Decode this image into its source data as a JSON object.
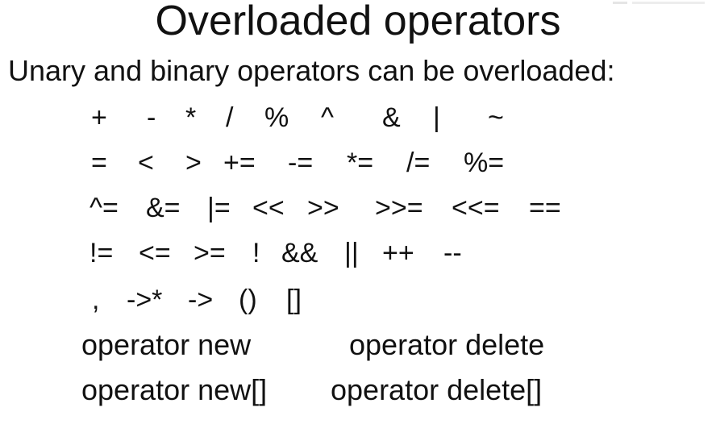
{
  "slide": {
    "title": "Overloaded operators",
    "subtitle": "Unary and binary operators can be overloaded:",
    "operator_rows": [
      [
        "+",
        "-",
        "*",
        "/",
        "%",
        "^",
        "&",
        "|",
        "~"
      ],
      [
        "=",
        "<",
        ">",
        "+=",
        "-=",
        "*=",
        "/=",
        "%="
      ],
      [
        "^=",
        "&=",
        "|=",
        "<<",
        ">>",
        ">>=",
        "<<=",
        "=="
      ],
      [
        "!=",
        "<=",
        ">=",
        "!",
        "&&",
        "||",
        "++",
        "--"
      ],
      [
        ",",
        "->*",
        "->",
        "()",
        "[]"
      ]
    ],
    "special_operators": {
      "new": "operator new",
      "delete": "operator delete",
      "new_array": "operator new[]",
      "delete_array": "operator delete[]"
    }
  }
}
